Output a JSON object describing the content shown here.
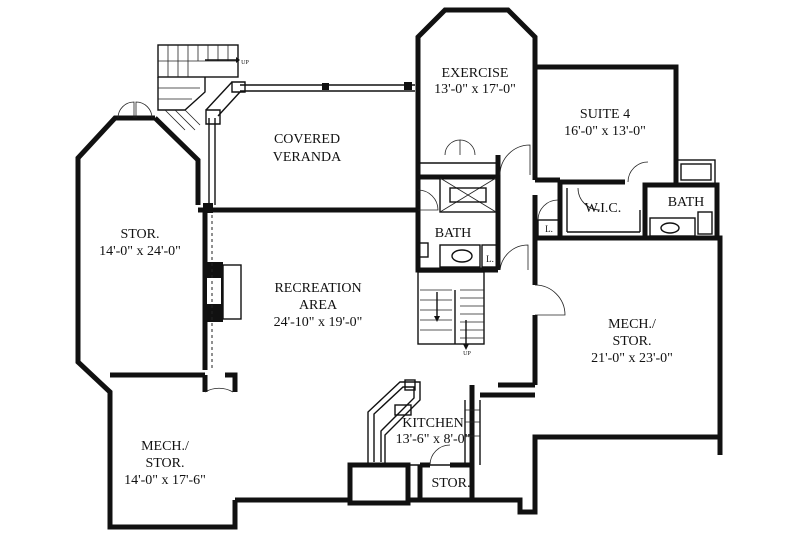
{
  "rooms": {
    "exercise": {
      "name": "EXERCISE",
      "size": "13'-0\" x 17'-0\""
    },
    "suite": {
      "name": "SUITE 4",
      "size": "16'-0\" x 13'-0\""
    },
    "veranda": {
      "line1": "COVERED",
      "line2": "VERANDA"
    },
    "stor_top": {
      "name": "STOR.",
      "size": "14'-0\" x 24'-0\""
    },
    "recreation": {
      "line1": "RECREATION",
      "line2": "AREA",
      "size": "24'-10\" x 19'-0\""
    },
    "bath_mid": {
      "name": "BATH"
    },
    "bath_right": {
      "name": "BATH"
    },
    "wic": {
      "name": "W.I.C."
    },
    "linen_mid": {
      "name": "L."
    },
    "linen_right": {
      "name": "L."
    },
    "mech_right": {
      "line1": "MECH./",
      "line2": "STOR.",
      "size": "21'-0\" x 23'-0\""
    },
    "kitchen": {
      "name": "KITCHEN",
      "size": "13'-6\" x 8'-0\""
    },
    "stor_small": {
      "name": "STOR."
    },
    "mech_left": {
      "line1": "MECH./",
      "line2": "STOR.",
      "size": "14'-0\" x 17'-6\""
    }
  },
  "stairs": {
    "top_up": "UP",
    "mid_up": "UP"
  }
}
